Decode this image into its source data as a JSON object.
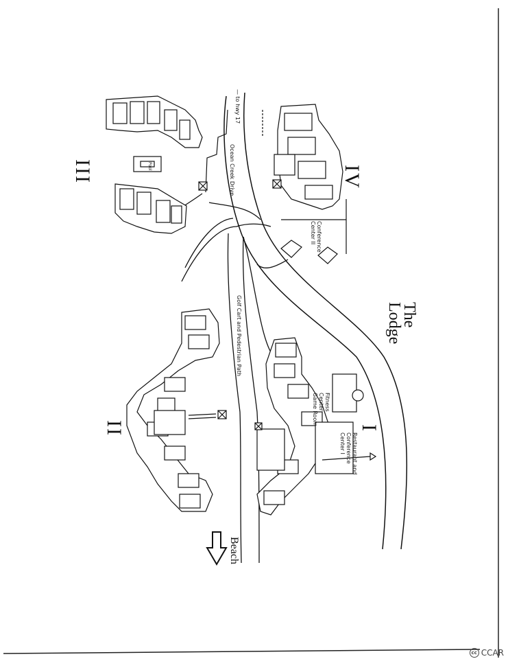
{
  "map": {
    "lodge_label_line1": "The",
    "lodge_label_line2": "Lodge",
    "building_labels": [
      "I",
      "II",
      "III",
      "IV"
    ],
    "road_labels": {
      "to_hwy": "— to hwy 17",
      "ocean_creek": "Ocean Creek Drive",
      "golf_cart": "Golf Cart and Pedestrian Path",
      "beach": "Beach"
    },
    "facility_labels": {
      "conference_ii": "Conference Center II",
      "restaurant": "Restaurant and Conference Center I",
      "fitness": "Fitness Center Game Room",
      "pool": "Pool"
    }
  },
  "watermark": {
    "icon": "cc-icon",
    "text": "CCAR"
  },
  "colors": {
    "ink": "#111111",
    "paper": "#ffffff"
  }
}
